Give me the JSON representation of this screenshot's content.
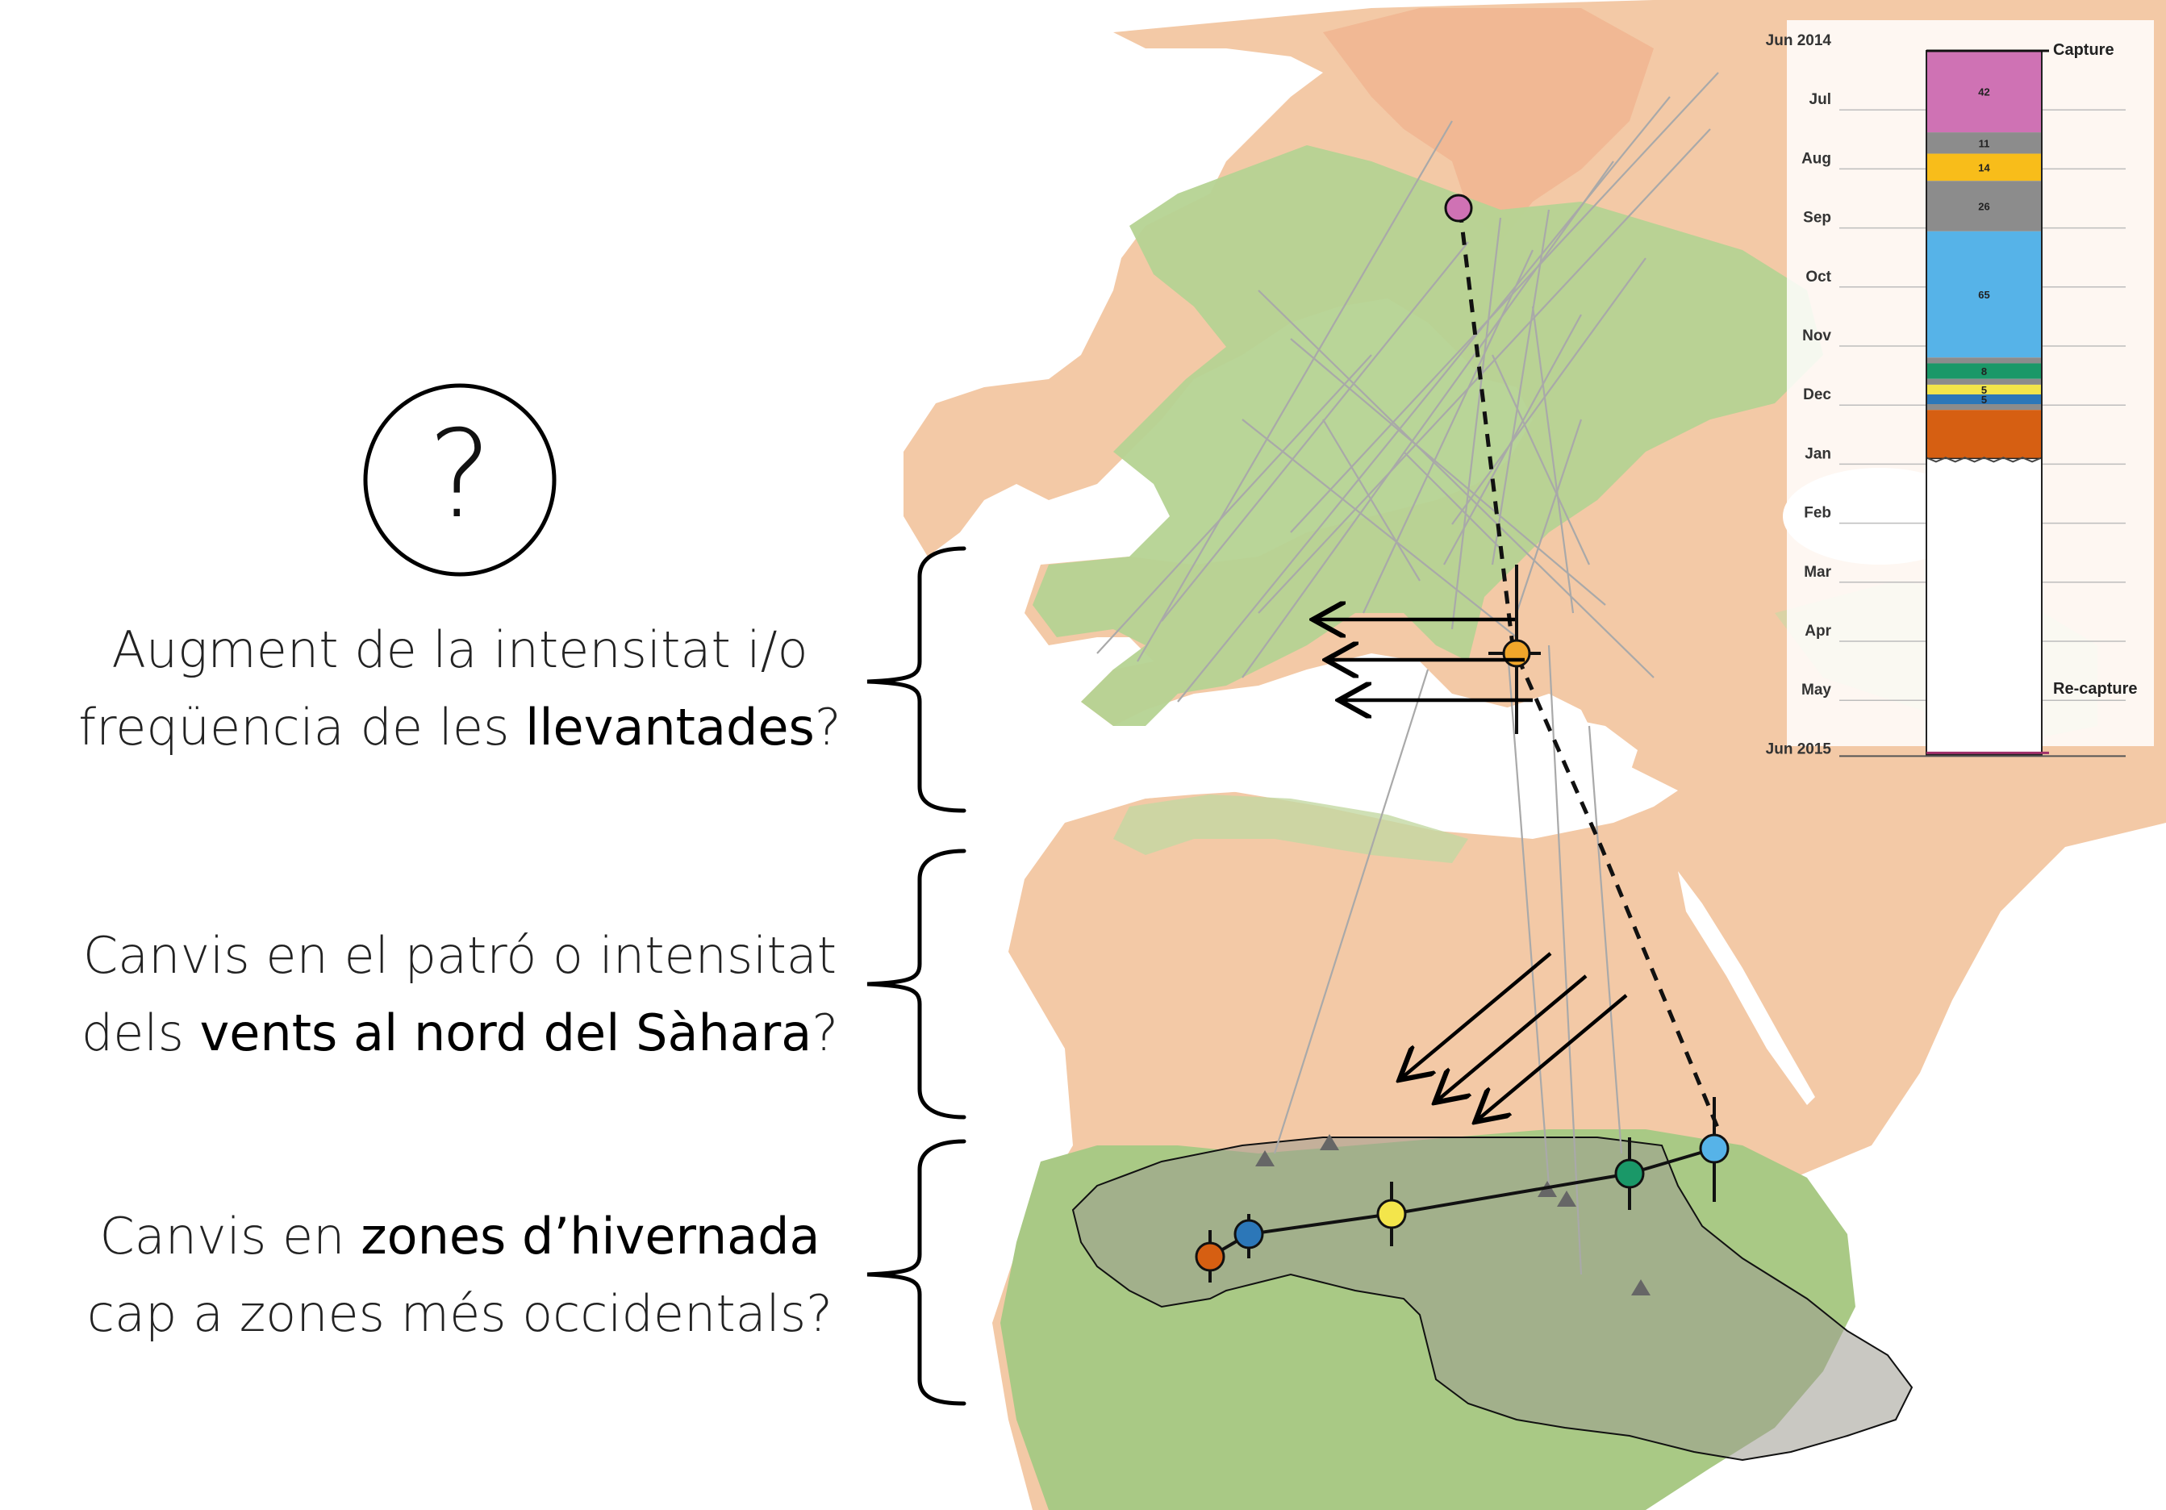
{
  "symbols": {
    "question_mark": "?",
    "question_icon": "circle-question-icon"
  },
  "questions": [
    {
      "line1": "Augment de la intensitat i/o",
      "line2_pre": "freqüencia de les ",
      "line2_bold": "llevantades",
      "line2_post": "?"
    },
    {
      "line1": "Canvis en el patró o intensitat",
      "line2_pre": "dels ",
      "line2_bold": "vents al nord del Sàhara",
      "line2_post": "?"
    },
    {
      "line1_pre": "Canvis en ",
      "line1_bold": "zones d’hivernada",
      "line2": "cap a zones més occidentals?"
    }
  ],
  "timeline": {
    "start": "Jun 2014",
    "months": [
      "Jul",
      "Aug",
      "Sep",
      "Oct",
      "Nov",
      "Dec",
      "Jan",
      "Feb",
      "Mar",
      "Apr",
      "May"
    ],
    "end": "Jun 2015",
    "capture_label": "Capture",
    "recapture_label": "Re-capture",
    "segments": [
      {
        "label": "42",
        "days": 42,
        "color": "#cf72b4"
      },
      {
        "label": "11",
        "days": 11,
        "color": "#8c8c8c"
      },
      {
        "label": "14",
        "days": 14,
        "color": "#f8bd1a"
      },
      {
        "label": "26",
        "days": 26,
        "color": "#8c8c8c"
      },
      {
        "label": "65",
        "days": 65,
        "color": "#56b3e8"
      },
      {
        "label": "",
        "days": 3,
        "color": "#8c8c8c"
      },
      {
        "label": "8",
        "days": 8,
        "color": "#1a9868"
      },
      {
        "label": "",
        "days": 3,
        "color": "#8c8c8c"
      },
      {
        "label": "5",
        "days": 5,
        "color": "#f3e54b"
      },
      {
        "label": "5",
        "days": 5,
        "color": "#2c77b8"
      },
      {
        "label": "",
        "days": 3,
        "color": "#8c8c8c"
      },
      {
        "label": "",
        "days": 25,
        "color": "#d65f12"
      }
    ]
  },
  "colors": {
    "sea": "#ffffff",
    "desert": "#f3c9a6",
    "vegetation": "#b5d392",
    "wintering_zone": "#9d9a8f",
    "track": "#a9a9a9",
    "arrow": "#000000"
  }
}
